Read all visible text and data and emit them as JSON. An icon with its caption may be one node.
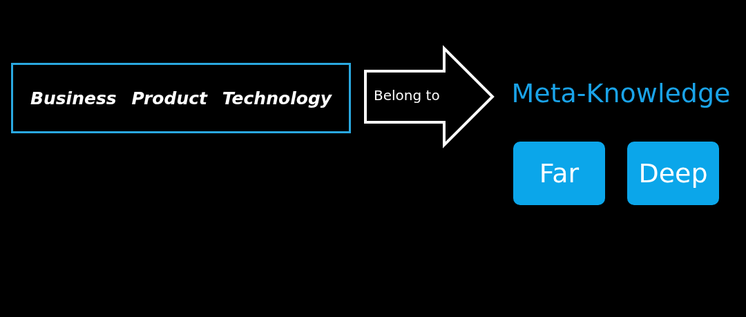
{
  "diagram": {
    "nodes": [
      {
        "text": [
          "Business",
          "Product",
          "Technology"
        ]
      },
      {
        "text": [
          "Meta-Knowledge"
        ]
      },
      {
        "text": [
          "Far"
        ]
      },
      {
        "text": [
          "Deep"
        ]
      }
    ],
    "edges": [
      {
        "from": 0,
        "to": 1,
        "arrow": "to",
        "label": "Belong to",
        "style": "thick"
      }
    ]
  }
}
